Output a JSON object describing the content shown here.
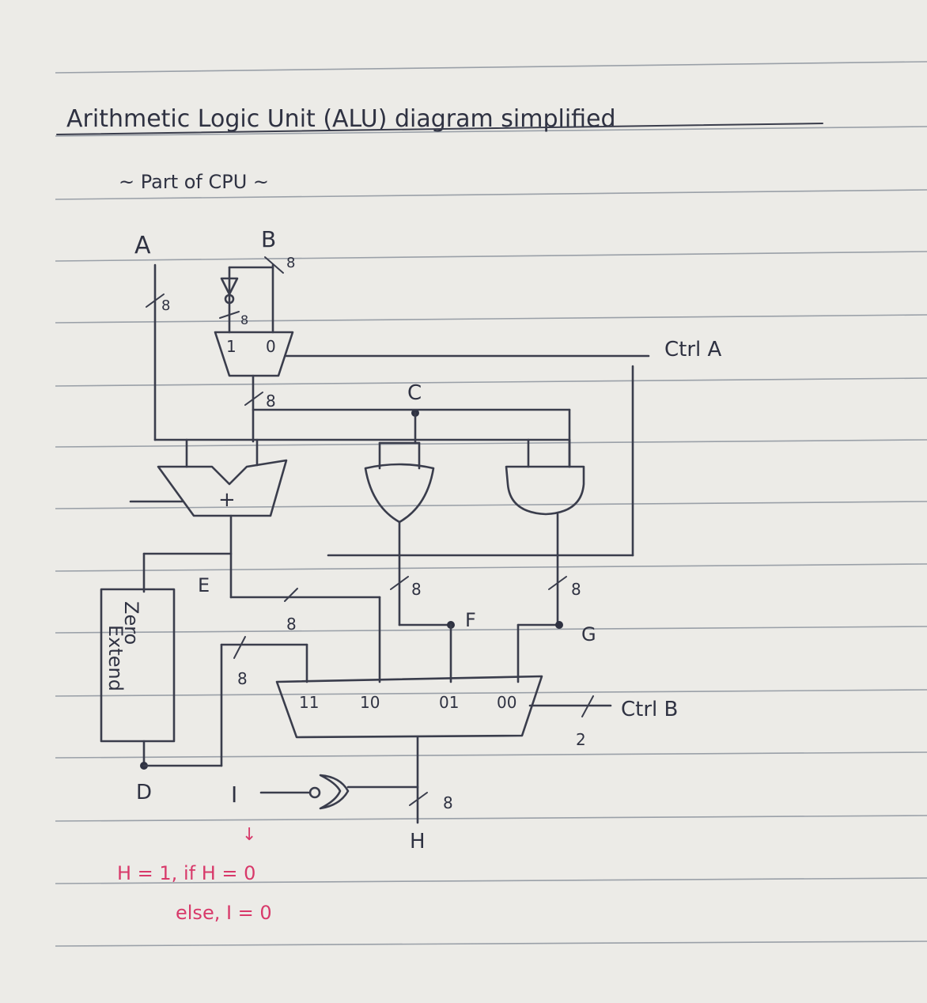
{
  "title": "Arithmetic Logic Unit (ALU) diagram simplified",
  "subtitle": "~ Part of CPU ~",
  "inputs": {
    "a": "A",
    "b": "B",
    "c": "C",
    "ctrl_a": "Ctrl A",
    "ctrl_b": "Ctrl B"
  },
  "signals": {
    "d": "D",
    "e": "E",
    "f": "F",
    "g": "G",
    "h": "H",
    "i": "I"
  },
  "block": {
    "zero_extend_line1": "Zero",
    "zero_extend_line2": "Extend"
  },
  "mux_top": {
    "in1": "1",
    "in0": "0"
  },
  "adder": {
    "symbol": "+"
  },
  "mux_out": {
    "in11": "11",
    "in10": "10",
    "in01": "01",
    "in00": "00"
  },
  "bus_width": "8",
  "select_width": "2",
  "note": {
    "line1": "H = 1, if H = 0",
    "line2": "else, I = 0",
    "arrow": "↓"
  },
  "colors": {
    "ink": "#3a3d4c",
    "paper": "#ecebe7",
    "rule": "#9aa0a8",
    "note": "#d8396a"
  }
}
